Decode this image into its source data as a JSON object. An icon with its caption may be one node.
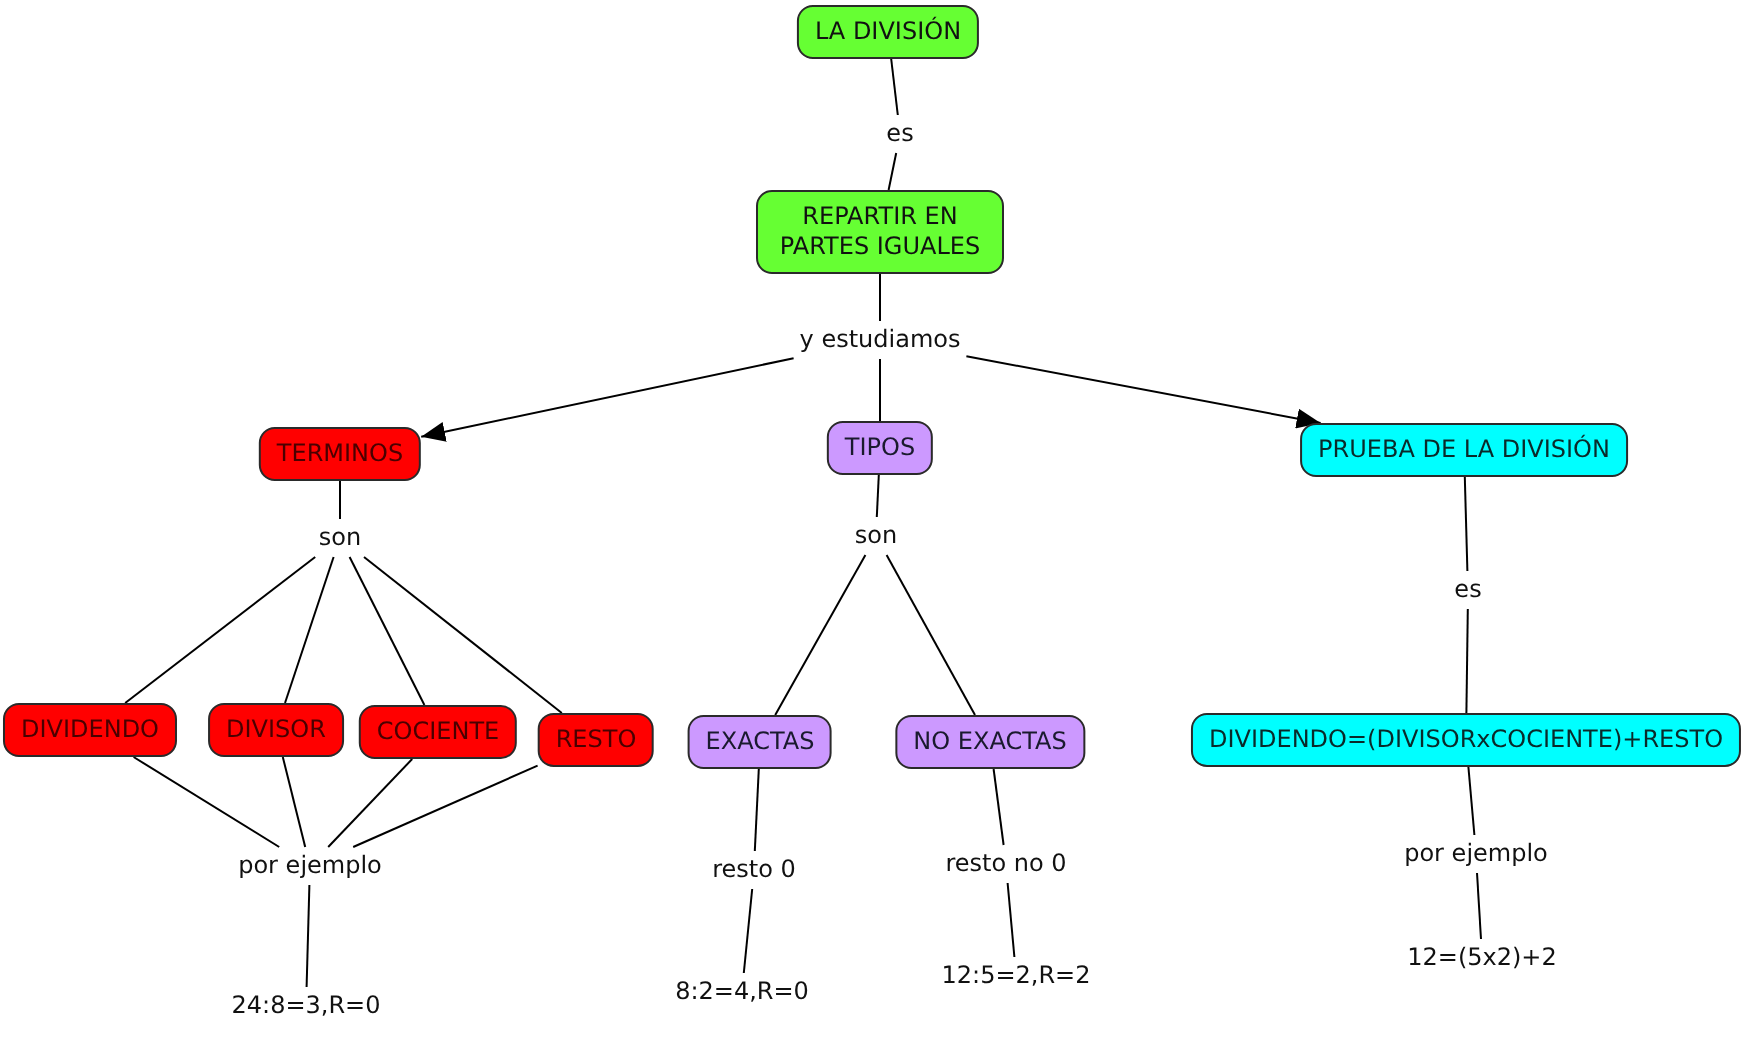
{
  "diagram": {
    "nodes": [
      {
        "text": [
          "LA DIVISIÓN"
        ]
      },
      {
        "text": [
          "es"
        ]
      },
      {
        "text": [
          "REPARTIR EN PARTES IGUALES"
        ]
      },
      {
        "text": [
          "y estudiamos"
        ]
      },
      {
        "text": [
          "TERMINOS"
        ]
      },
      {
        "text": [
          "TIPOS"
        ]
      },
      {
        "text": [
          "PRUEBA DE LA DIVISIÓN"
        ]
      },
      {
        "text": [
          "son"
        ]
      },
      {
        "text": [
          "son"
        ]
      },
      {
        "text": [
          "es"
        ]
      },
      {
        "text": [
          "DIVIDENDO"
        ]
      },
      {
        "text": [
          "DIVISOR"
        ]
      },
      {
        "text": [
          "COCIENTE"
        ]
      },
      {
        "text": [
          "RESTO"
        ]
      },
      {
        "text": [
          "EXACTAS"
        ]
      },
      {
        "text": [
          "NO EXACTAS"
        ]
      },
      {
        "text": [
          "DIVIDENDO=(DIVISORxCOCIENTE)+RESTO"
        ]
      },
      {
        "text": [
          "por ejemplo"
        ]
      },
      {
        "text": [
          "resto 0"
        ]
      },
      {
        "text": [
          "resto no 0"
        ]
      },
      {
        "text": [
          "por ejemplo"
        ]
      },
      {
        "text": [
          "24:8=3,R=0"
        ]
      },
      {
        "text": [
          "8:2=4,R=0"
        ]
      },
      {
        "text": [
          "12:5=2,R=2"
        ]
      },
      {
        "text": [
          "12=(5x2)+2"
        ]
      }
    ],
    "edges": [
      {
        "from": 0,
        "to": 1,
        "arrow": "none"
      },
      {
        "from": 1,
        "to": 2,
        "arrow": "none"
      },
      {
        "from": 2,
        "to": 3,
        "arrow": "none"
      },
      {
        "from": 3,
        "to": 4,
        "arrow": "to"
      },
      {
        "from": 3,
        "to": 5,
        "arrow": "none"
      },
      {
        "from": 3,
        "to": 6,
        "arrow": "to"
      },
      {
        "from": 4,
        "to": 7,
        "arrow": "none"
      },
      {
        "from": 5,
        "to": 8,
        "arrow": "none"
      },
      {
        "from": 6,
        "to": 9,
        "arrow": "none"
      },
      {
        "from": 7,
        "to": 10,
        "arrow": "none"
      },
      {
        "from": 7,
        "to": 11,
        "arrow": "none"
      },
      {
        "from": 7,
        "to": 12,
        "arrow": "none"
      },
      {
        "from": 7,
        "to": 13,
        "arrow": "none"
      },
      {
        "from": 8,
        "to": 14,
        "arrow": "none"
      },
      {
        "from": 8,
        "to": 15,
        "arrow": "none"
      },
      {
        "from": 9,
        "to": 16,
        "arrow": "none"
      },
      {
        "from": 10,
        "to": 17,
        "arrow": "none"
      },
      {
        "from": 11,
        "to": 17,
        "arrow": "none"
      },
      {
        "from": 12,
        "to": 17,
        "arrow": "none"
      },
      {
        "from": 13,
        "to": 17,
        "arrow": "none"
      },
      {
        "from": 14,
        "to": 18,
        "arrow": "none"
      },
      {
        "from": 15,
        "to": 19,
        "arrow": "none"
      },
      {
        "from": 16,
        "to": 20,
        "arrow": "none"
      },
      {
        "from": 17,
        "to": 21,
        "arrow": "none"
      },
      {
        "from": 18,
        "to": 22,
        "arrow": "none"
      },
      {
        "from": 19,
        "to": 23,
        "arrow": "none"
      },
      {
        "from": 20,
        "to": 24,
        "arrow": "none"
      }
    ]
  }
}
